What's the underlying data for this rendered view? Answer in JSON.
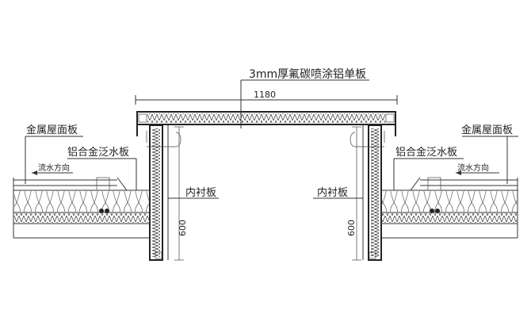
{
  "diagram": {
    "type": "roof-skylight-section",
    "labels": {
      "top_panel": "3mm厚氟碳喷涂铝单板",
      "width_dim": "1180",
      "roof_panel_left": "金属屋面板",
      "flashing_left": "铝合金泛水板",
      "flow_left": "流水方向",
      "lining_left": "内衬板",
      "height_dim_left": "600",
      "roof_panel_right": "金属屋面板",
      "flashing_right": "铝合金泛水板",
      "flow_right": "流水方向",
      "lining_right": "内衬板",
      "height_dim_right": "600"
    },
    "colors": {
      "line": "#333333",
      "background": "#ffffff"
    }
  }
}
